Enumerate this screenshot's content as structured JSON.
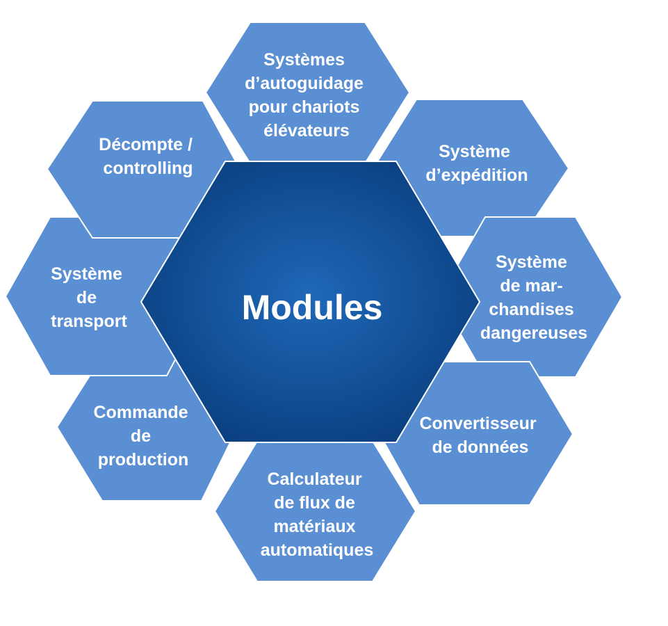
{
  "center": {
    "label": "Modules",
    "color_light": "#1f68b8",
    "color_dark": "#0a3f7f"
  },
  "module_color": "#5b8fd3",
  "module_edge_color": "#ffffff",
  "modules": [
    {
      "id": "forklift-guidance",
      "lines": [
        "Systèmes",
        "d’autoguidage",
        "pour chariots",
        "élévateurs"
      ]
    },
    {
      "id": "shipping",
      "lines": [
        "Système",
        "d’expédition"
      ]
    },
    {
      "id": "dangerous-goods",
      "lines": [
        "Système",
        "de mar-",
        "chandises",
        "dangereuses"
      ]
    },
    {
      "id": "data-converter",
      "lines": [
        "Convertisseur",
        "de données"
      ]
    },
    {
      "id": "material-flow",
      "lines": [
        "Calculateur",
        "de flux de",
        "matériaux",
        "automatiques"
      ]
    },
    {
      "id": "production-control",
      "lines": [
        "Commande",
        "de",
        "production"
      ]
    },
    {
      "id": "transport",
      "lines": [
        "Système",
        "de",
        "transport"
      ]
    },
    {
      "id": "billing",
      "lines": [
        "Décompte /",
        "controlling"
      ]
    }
  ]
}
